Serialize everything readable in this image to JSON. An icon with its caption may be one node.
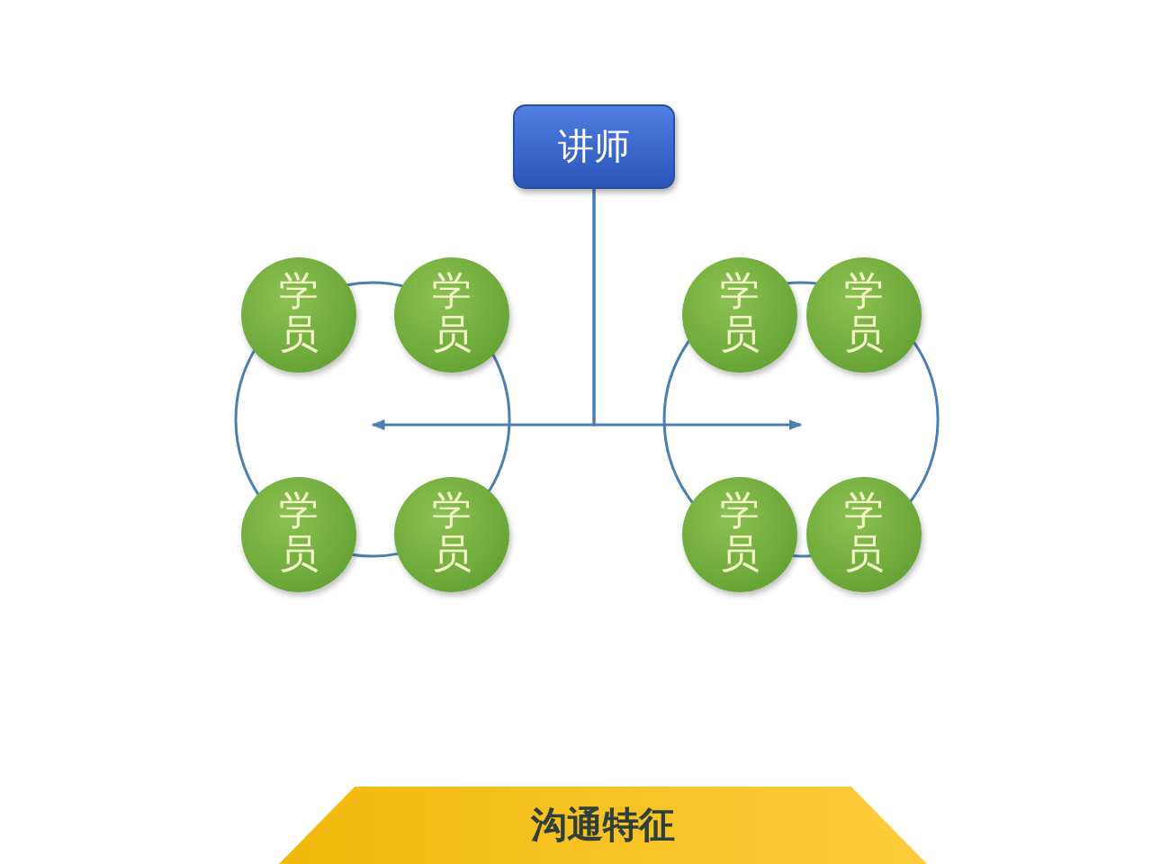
{
  "diagram": {
    "nodes": [
      {
        "text": [
          "讲师"
        ]
      },
      {
        "text": [
          "学员"
        ]
      },
      {
        "text": [
          "学员"
        ]
      },
      {
        "text": [
          "学员"
        ]
      },
      {
        "text": [
          "学员"
        ]
      },
      {
        "text": [
          "学员"
        ]
      },
      {
        "text": [
          "学员"
        ]
      },
      {
        "text": [
          "学员"
        ]
      },
      {
        "text": [
          "学员"
        ]
      },
      {
        "text": [
          "沟通特征"
        ]
      }
    ],
    "edges": [
      {
        "from": 0,
        "to": null,
        "arrow": "to"
      },
      {
        "from": 0,
        "to": null,
        "arrow": "to"
      },
      {
        "from": 1,
        "to": 2,
        "arrow": "none"
      },
      {
        "from": 2,
        "to": 4,
        "arrow": "none"
      },
      {
        "from": 4,
        "to": 3,
        "arrow": "none"
      },
      {
        "from": 3,
        "to": 1,
        "arrow": "none"
      },
      {
        "from": 5,
        "to": 6,
        "arrow": "none"
      },
      {
        "from": 6,
        "to": 8,
        "arrow": "none"
      },
      {
        "from": 8,
        "to": 7,
        "arrow": "none"
      },
      {
        "from": 7,
        "to": 5,
        "arrow": "none"
      }
    ]
  }
}
